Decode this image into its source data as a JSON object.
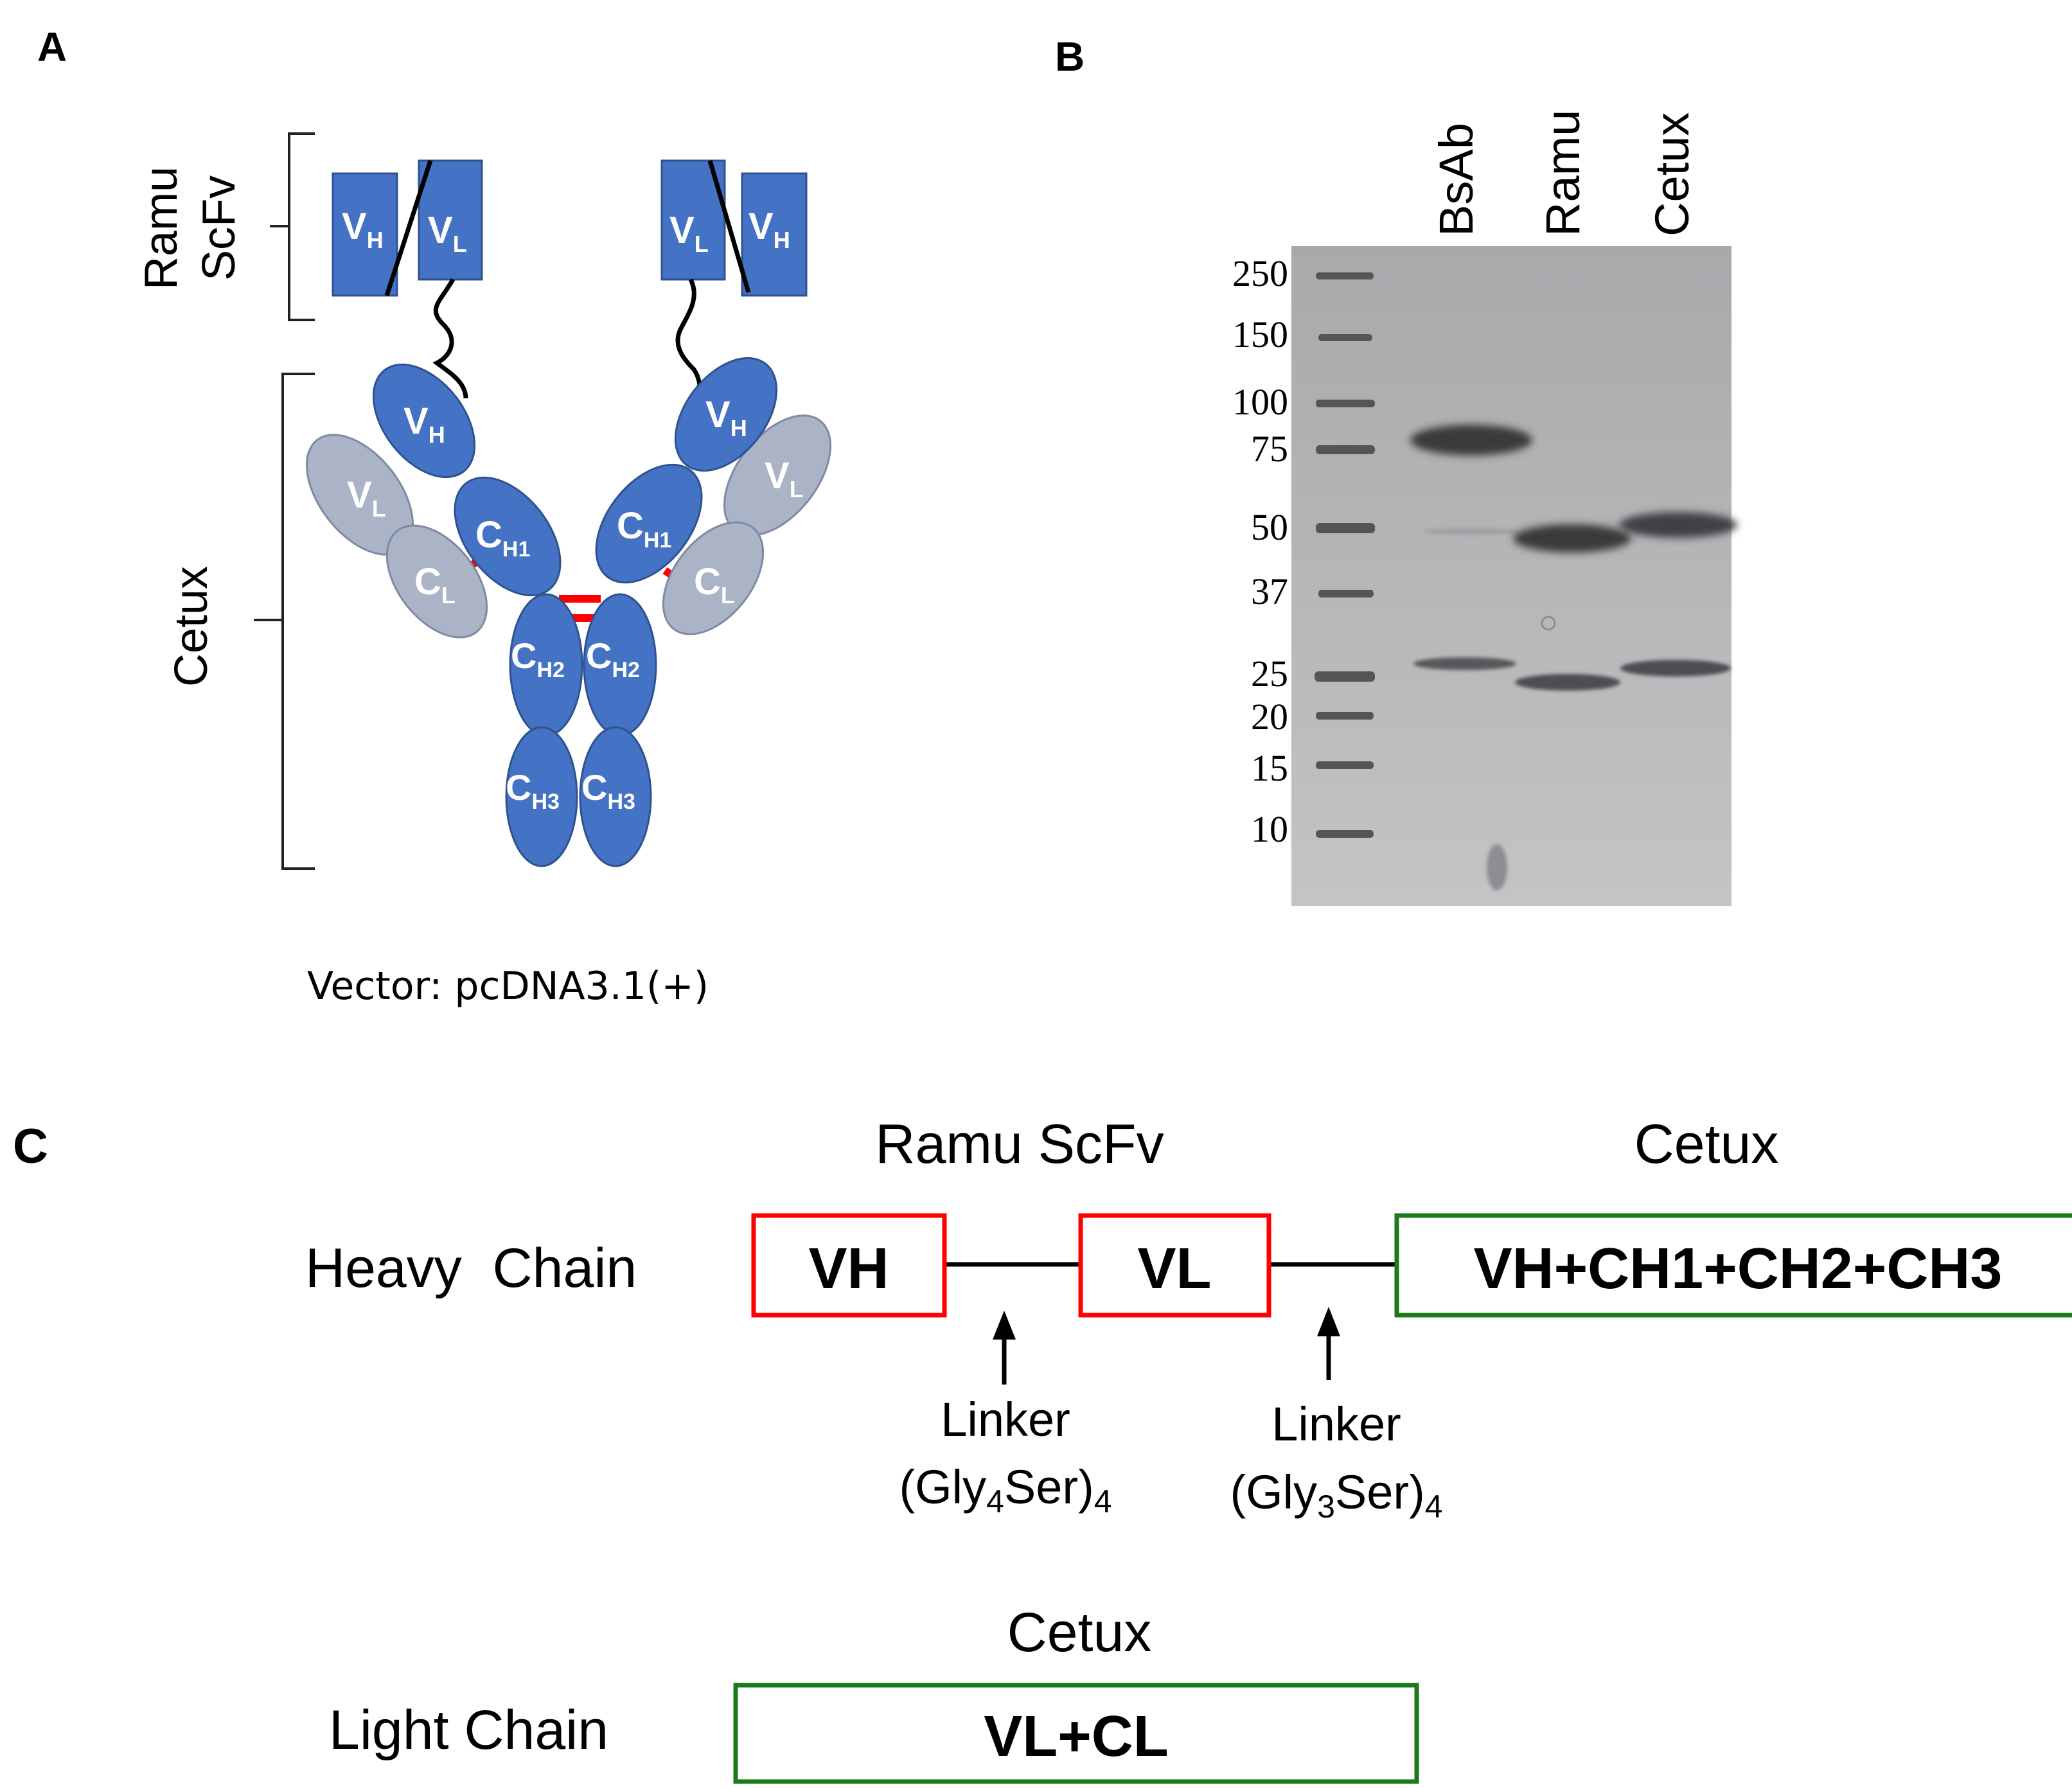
{
  "panels": {
    "a": {
      "letter": "A",
      "ramu_label_line1": "Ramu",
      "ramu_label_line2": "ScFv",
      "cetux_label": "Cetux",
      "vector_label": "Vector: pcDNA3.1(+)",
      "domains": {
        "vh": "V",
        "vh_sub": "H",
        "vl": "V",
        "vl_sub": "L",
        "cl": "C",
        "cl_sub": "L",
        "ch1": "C",
        "ch1_sub": "H1",
        "ch2": "C",
        "ch2_sub": "H2",
        "ch3": "C",
        "ch3_sub": "H3"
      }
    },
    "b": {
      "letter": "B",
      "lanes": [
        "BsAb",
        "Ramu",
        "Cetux"
      ],
      "markers": [
        "250",
        "150",
        "100",
        "75",
        "50",
        "37",
        "25",
        "20",
        "15",
        "10"
      ]
    },
    "c": {
      "letter": "C",
      "ramu_scfv_header": "Ramu ScFv",
      "cetux_header": "Cetux",
      "heavy_chain_label": "Heavy  Chain",
      "light_chain_label": "Light Chain",
      "light_cetux_header": "Cetux",
      "vh_box": "VH",
      "vl_box": "VL",
      "heavy_cetux_box": "VH+CH1+CH2+CH3",
      "light_box": "VL+CL",
      "linker1": {
        "line1": "Linker",
        "pre": "(Gly",
        "n": "4",
        "mid": "Ser)",
        "rep": "4"
      },
      "linker2": {
        "line1": "Linker",
        "pre": "(Gly",
        "n": "3",
        "mid": "Ser)",
        "rep": "4"
      }
    }
  },
  "colors": {
    "domain_blue": "#4472c4",
    "domain_light": "#aab4c6",
    "disulfide": "#ff0000",
    "scfv_box": "#ff0000",
    "cetux_box": "#1a7a1a",
    "gel_bg": "#b3b3b5"
  }
}
